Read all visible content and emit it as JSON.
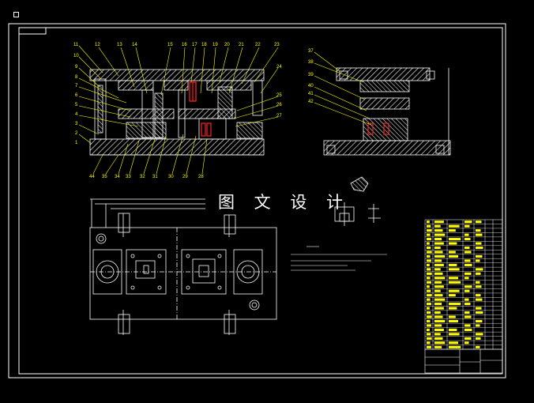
{
  "watermark": {
    "text": "图 文 设 计"
  },
  "colors": {
    "background": "#000000",
    "line": "#ffffff",
    "hatch": "#ffffff",
    "leader": "#ffff00",
    "red_parts": "#ff2020",
    "table_text": "#ffff00",
    "table_highlight": "#ffff00"
  },
  "main_section": {
    "left_callouts": [
      "11",
      "10",
      "9",
      "8",
      "7",
      "6",
      "5",
      "4",
      "3",
      "2",
      "1"
    ],
    "top_callouts": [
      "12",
      "13",
      "14",
      "15",
      "16",
      "17",
      "18",
      "19",
      "20",
      "21",
      "22",
      "23"
    ],
    "right_callouts": [
      "24",
      "25",
      "26",
      "27"
    ],
    "bottom_callouts": [
      "44",
      "35",
      "34",
      "33",
      "32",
      "31",
      "30",
      "29",
      "28"
    ]
  },
  "side_section": {
    "callouts": [
      "37",
      "38",
      "39",
      "40",
      "41",
      "42"
    ]
  },
  "icons": [
    "cursor-square-icon"
  ]
}
